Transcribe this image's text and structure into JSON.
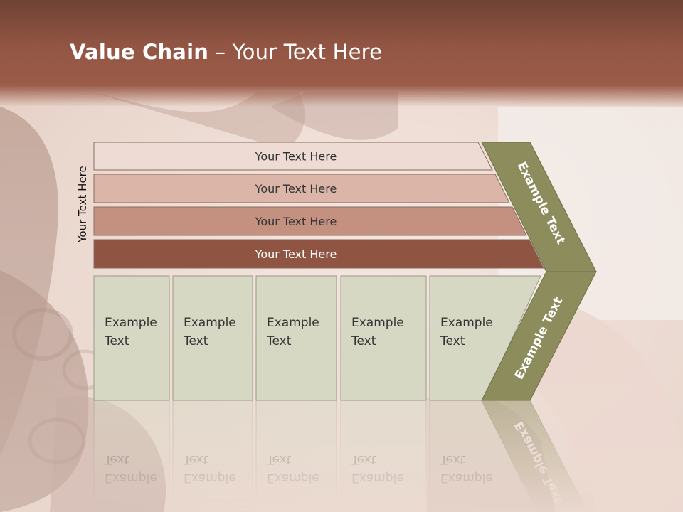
{
  "title": {
    "bold": "Value Chain",
    "rest": " – Your Text Here"
  },
  "side_label": "Your Text Here",
  "bars": [
    {
      "label": "Your Text Here",
      "fill": "#eedcd4",
      "text_color": "#333333"
    },
    {
      "label": "Your Text Here",
      "fill": "#dbb5a8",
      "text_color": "#333333"
    },
    {
      "label": "Your Text Here",
      "fill": "#c49180",
      "text_color": "#333333"
    },
    {
      "label": "Your Text Here",
      "fill": "#8f5442",
      "text_color": "#ffffff"
    }
  ],
  "activities": [
    {
      "line1": "Example",
      "line2": "Text"
    },
    {
      "line1": "Example",
      "line2": "Text"
    },
    {
      "line1": "Example",
      "line2": "Text"
    },
    {
      "line1": "Example",
      "line2": "Text"
    },
    {
      "line1": "Example",
      "line2": "Text"
    }
  ],
  "chevron": {
    "upper_label": "Example Text",
    "lower_label": "Example Text"
  },
  "colors": {
    "header": "#945644",
    "box_fill": "#d7d8c4",
    "chevron": "#8c8c5c",
    "text": "#333333"
  }
}
